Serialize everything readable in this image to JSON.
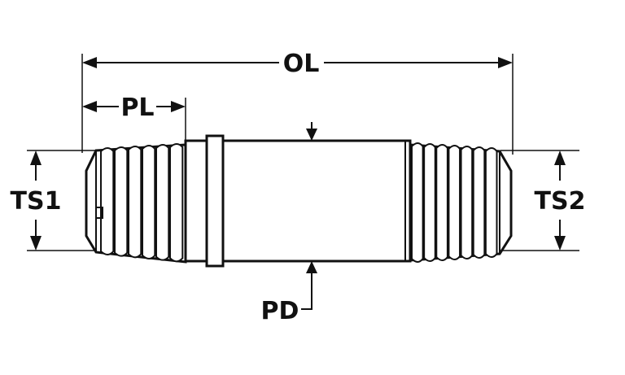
{
  "labels": {
    "ol": "OL",
    "pl": "PL",
    "ts1": "TS1",
    "ts2": "TS2",
    "pd": "PD"
  },
  "colors": {
    "ink": "#111111",
    "background": "#ffffff"
  }
}
